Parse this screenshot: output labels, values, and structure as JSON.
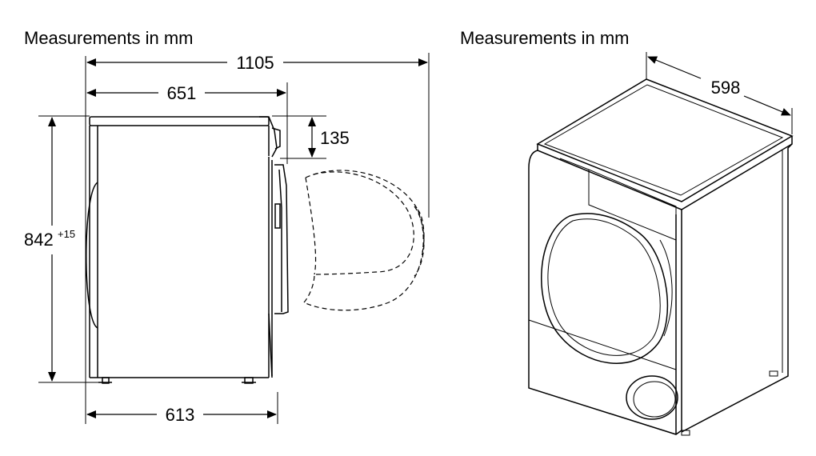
{
  "captions": {
    "side_view": "Measurements in mm",
    "perspective_view": "Measurements in mm"
  },
  "dimensions": {
    "total_depth_door_open": "1105",
    "depth_body": "651",
    "control_panel_height": "135",
    "height": "842",
    "height_tolerance": "+15",
    "depth_feet": "613",
    "width": "598"
  }
}
